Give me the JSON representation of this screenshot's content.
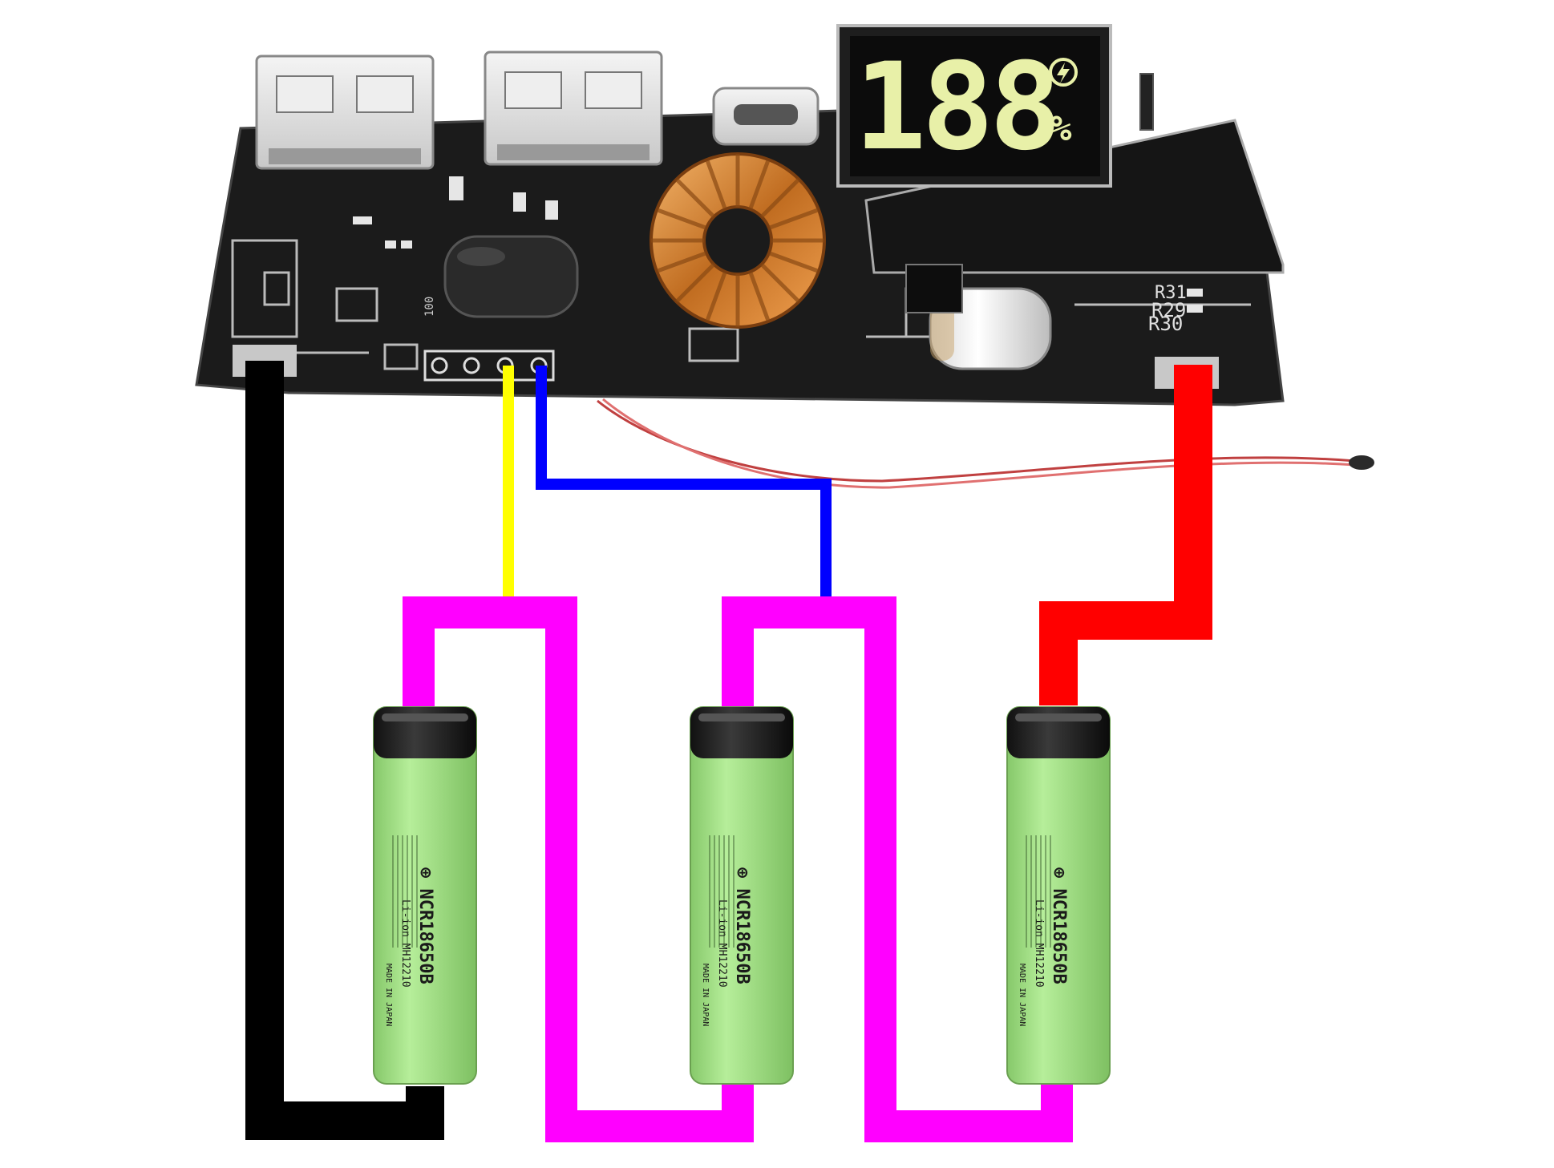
{
  "display": {
    "digits": "188",
    "percent_sign": "%",
    "digit_color": "#e8f0a8",
    "bolt_color": "#e8f0a8"
  },
  "board": {
    "labels": {
      "r31": "R31",
      "r29": "R29",
      "r30": "R30",
      "inductor_code": "100"
    }
  },
  "batteries": [
    {
      "id": "battery-1",
      "model": "NCR18650B",
      "chemistry": "Li-ion",
      "code": "MH12210",
      "country": "MADE IN JAPAN",
      "body_color": "#a6e08a"
    },
    {
      "id": "battery-2",
      "model": "NCR18650B",
      "chemistry": "Li-ion",
      "code": "MH12210",
      "country": "MADE IN JAPAN",
      "body_color": "#a6e08a"
    },
    {
      "id": "battery-3",
      "model": "NCR18650B",
      "chemistry": "Li-ion",
      "code": "MH12210",
      "country": "MADE IN JAPAN",
      "body_color": "#a6e08a"
    }
  ],
  "wires": {
    "negative": {
      "color": "#000000"
    },
    "positive": {
      "color": "#ff0000"
    },
    "balance_1": {
      "color": "#ffff00"
    },
    "balance_2": {
      "color": "#0000ff"
    },
    "series_links": {
      "color": "#ff00ff"
    },
    "thermistor": {
      "color": "#c04040"
    }
  }
}
